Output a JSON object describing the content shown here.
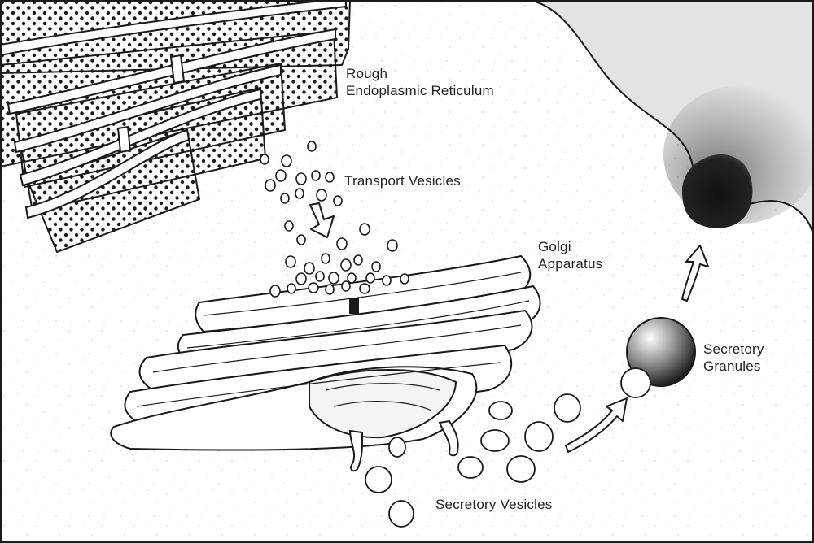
{
  "labels": {
    "rough_er": [
      "Rough",
      "Endoplasmic Reticulum"
    ],
    "transport_vesicles": "Transport Vesicles",
    "golgi": [
      "Golgi",
      "Apparatus"
    ],
    "secretory_granules": [
      "Secretory",
      "Granules"
    ],
    "secretory_vesicles": "Secretory Vesicles"
  },
  "colors": {
    "ink": "#1a1a1a",
    "paper": "#ffffff",
    "cell_exterior": "#e2e2e2"
  }
}
